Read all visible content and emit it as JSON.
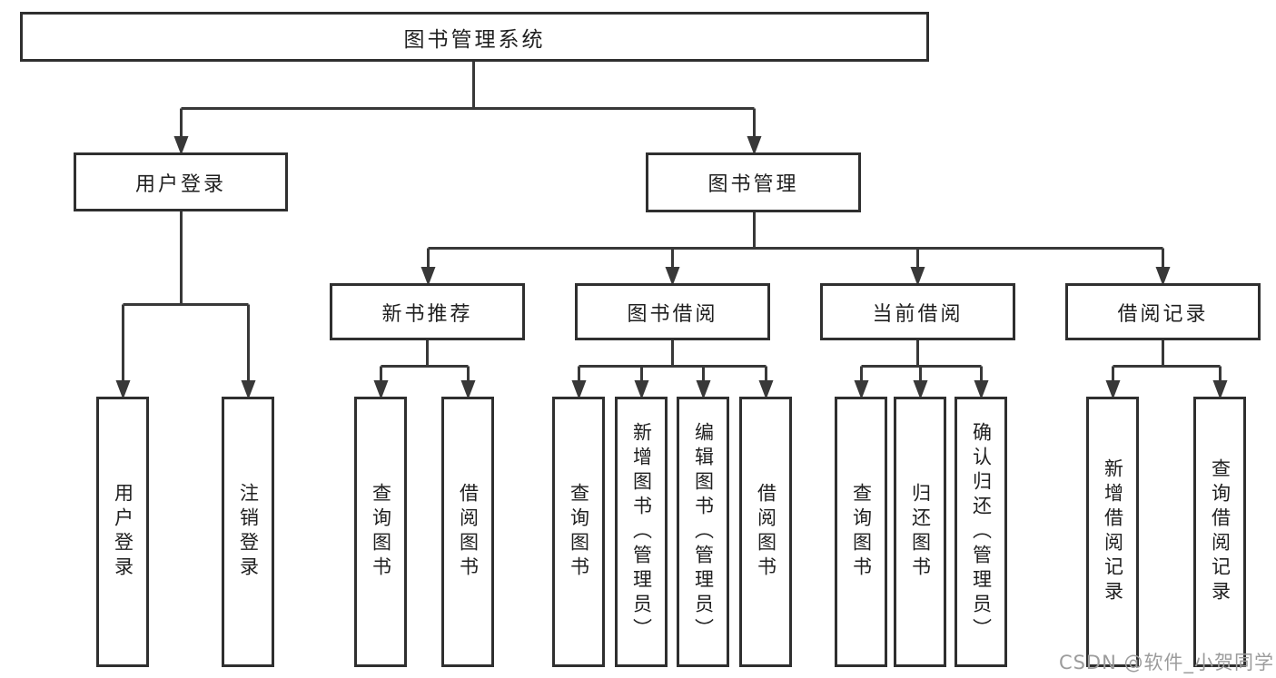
{
  "diagram": {
    "root": "图书管理系统",
    "level1": [
      "用户登录",
      "图书管理"
    ],
    "level2": [
      "新书推荐",
      "图书借阅",
      "当前借阅",
      "借阅记录"
    ],
    "leaves": {
      "user_login": [
        "用户登录",
        "注销登录"
      ],
      "new_book_recommend": [
        "查询图书",
        "借阅图书"
      ],
      "book_borrow": [
        "查询图书",
        "新增图书（管理员）",
        "编辑图书（管理员）",
        "借阅图书"
      ],
      "current_borrow": [
        "查询图书",
        "归还图书",
        "确认归还（管理员）"
      ],
      "borrow_record": [
        "新增借阅记录",
        "查询借阅记录"
      ]
    }
  },
  "watermark": "CSDN @软件_小贺同学",
  "colors": {
    "border": "#2f2f2f",
    "line": "#383838",
    "text": "#202020",
    "watermark": "#9c9c9c",
    "background": "#ffffff"
  }
}
